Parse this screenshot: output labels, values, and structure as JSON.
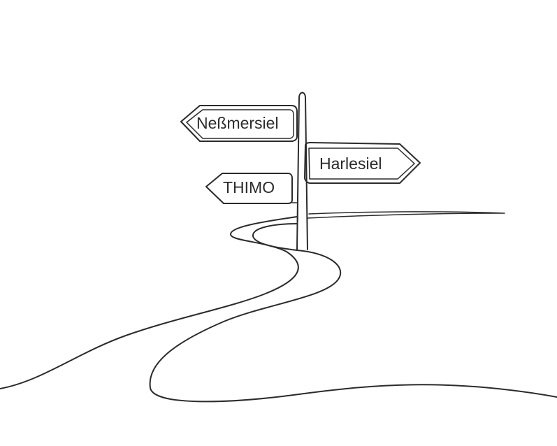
{
  "signs": {
    "sign_1": {
      "label": "Neßmersiel"
    },
    "sign_2": {
      "label": "Harlesiel"
    },
    "sign_3": {
      "label": "THIMO"
    }
  },
  "colors": {
    "ink": "#2b2b2b",
    "background": "#ffffff"
  }
}
